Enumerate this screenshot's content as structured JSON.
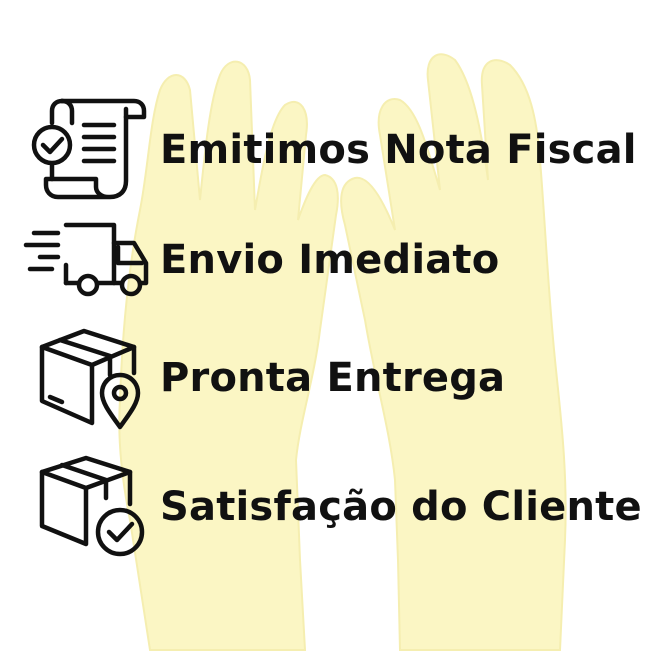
{
  "colors": {
    "background": "#ffffff",
    "glove": "#fbf6c4",
    "glove_shadow": "#f2ea9e",
    "text": "#111111",
    "icon_stroke": "#111111"
  },
  "features": [
    {
      "label": "Emitimos Nota Fiscal",
      "icon": "invoice-check-icon"
    },
    {
      "label": "Envio Imediato",
      "icon": "fast-delivery-truck-icon"
    },
    {
      "label": "Pronta Entrega",
      "icon": "package-location-icon"
    },
    {
      "label": "Satisfação do Cliente",
      "icon": "package-check-icon"
    }
  ]
}
